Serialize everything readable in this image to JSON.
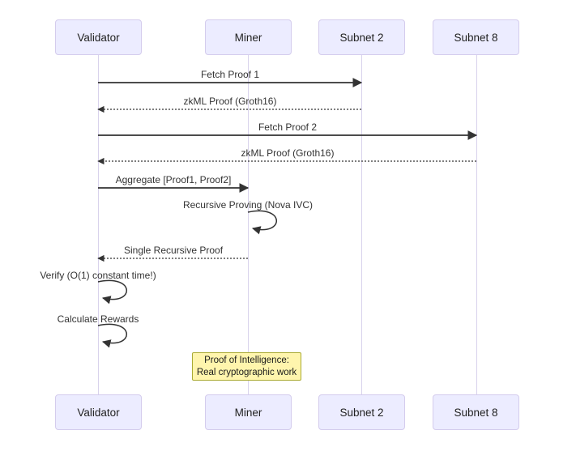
{
  "diagram": {
    "type": "sequence-diagram",
    "actors": [
      {
        "id": "validator",
        "label": "Validator"
      },
      {
        "id": "miner",
        "label": "Miner"
      },
      {
        "id": "subnet2",
        "label": "Subnet 2"
      },
      {
        "id": "subnet8",
        "label": "Subnet 8"
      }
    ],
    "messages": [
      {
        "from": "validator",
        "to": "subnet2",
        "label": "Fetch Proof 1",
        "style": "solid"
      },
      {
        "from": "subnet2",
        "to": "validator",
        "label": "zkML Proof (Groth16)",
        "style": "dashed"
      },
      {
        "from": "validator",
        "to": "subnet8",
        "label": "Fetch Proof 2",
        "style": "solid"
      },
      {
        "from": "subnet8",
        "to": "validator",
        "label": "zkML Proof (Groth16)",
        "style": "dashed"
      },
      {
        "from": "validator",
        "to": "miner",
        "label": "Aggregate [Proof1, Proof2]",
        "style": "solid"
      },
      {
        "from": "miner",
        "to": "miner",
        "label": "Recursive Proving (Nova IVC)",
        "style": "self"
      },
      {
        "from": "miner",
        "to": "validator",
        "label": "Single Recursive Proof",
        "style": "dashed"
      },
      {
        "from": "validator",
        "to": "validator",
        "label": "Verify (O(1) constant time!)",
        "style": "self"
      },
      {
        "from": "validator",
        "to": "validator",
        "label": "Calculate Rewards",
        "style": "self"
      }
    ],
    "note": {
      "over": "miner",
      "line1": "Proof of Intelligence:",
      "line2": "Real cryptographic work"
    },
    "colors": {
      "actor_fill": "#ECECFF",
      "actor_border": "#d4cced",
      "lifeline": "#d8d2ec",
      "message": "#333333",
      "note_fill": "#fff5ad",
      "note_border": "#aaaa33",
      "background": "#ffffff"
    }
  }
}
